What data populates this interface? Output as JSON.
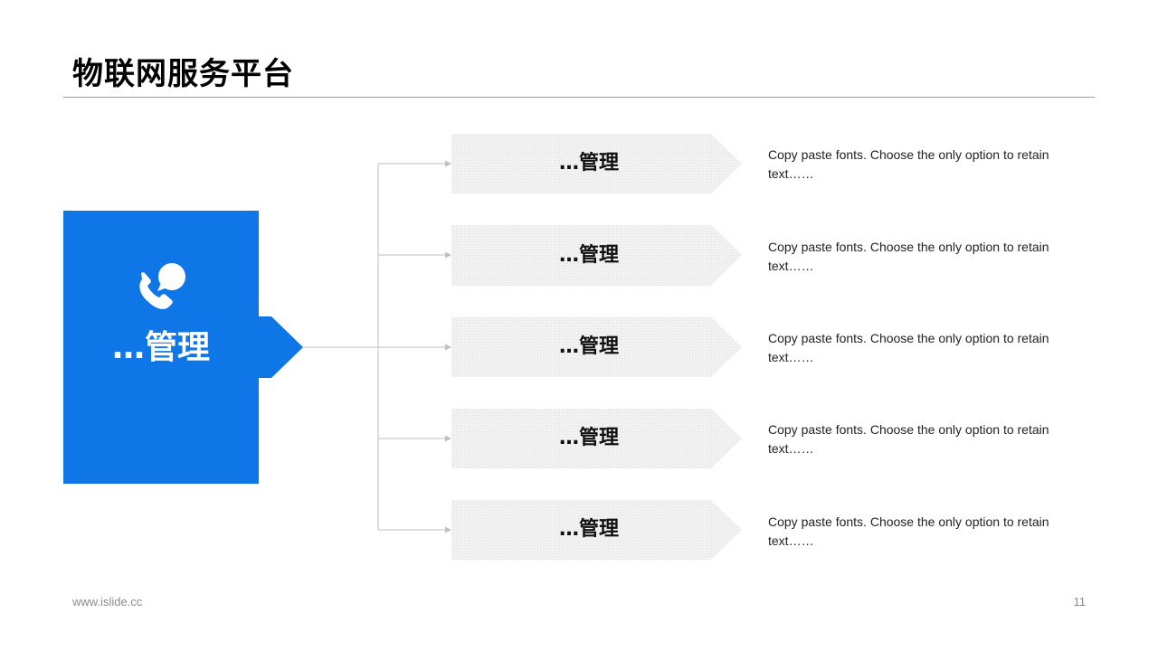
{
  "page": {
    "title": "物联网服务平台",
    "footer_url": "www.islide.cc",
    "page_number": "11"
  },
  "main_node": {
    "label": "…管理",
    "icon": "phone-chat-icon",
    "color": "#0F76E8"
  },
  "items": [
    {
      "label": "…管理",
      "description": "Copy paste fonts. Choose the only option to retain text……"
    },
    {
      "label": "…管理",
      "description": "Copy paste fonts. Choose the only option to retain text……"
    },
    {
      "label": "…管理",
      "description": "Copy paste fonts. Choose the only option to retain text……"
    },
    {
      "label": "…管理",
      "description": "Copy paste fonts. Choose the only option to retain text……"
    },
    {
      "label": "…管理",
      "description": "Copy paste fonts. Choose the only option to retain text……"
    }
  ],
  "colors": {
    "accent": "#0F76E8",
    "item_fill": "#EFEFEF",
    "connector": "#BFBFBF"
  }
}
